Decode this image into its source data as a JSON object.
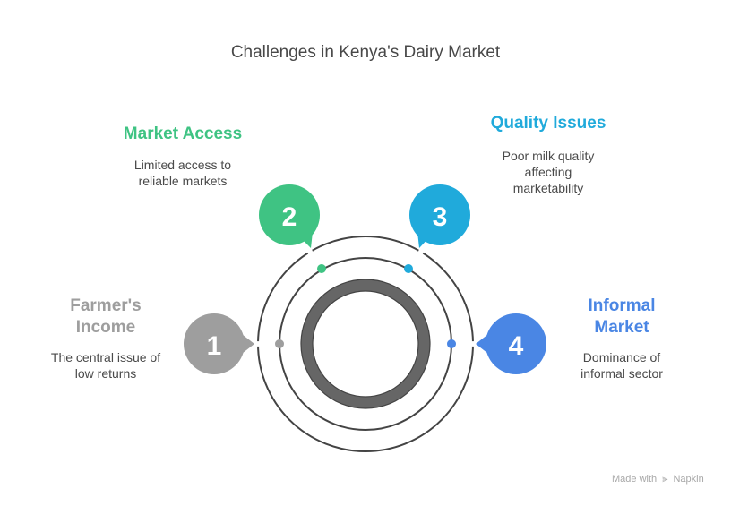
{
  "title": "Challenges in Kenya's Dairy Market",
  "items": [
    {
      "number": "1",
      "heading_line1": "Farmer's",
      "heading_line2": "Income",
      "desc_line1": "The central issue of",
      "desc_line2": "low returns",
      "color": "#9e9e9e"
    },
    {
      "number": "2",
      "heading": "Market Access",
      "desc_line1": "Limited access to",
      "desc_line2": "reliable markets",
      "color": "#3fc383"
    },
    {
      "number": "3",
      "heading": "Quality Issues",
      "desc_line1": "Poor milk quality",
      "desc_line2": "affecting",
      "desc_line3": "marketability",
      "color": "#20aadb"
    },
    {
      "number": "4",
      "heading_line1": "Informal",
      "heading_line2": "Market",
      "desc_line1": "Dominance of",
      "desc_line2": "informal sector",
      "color": "#4a86e4"
    }
  ],
  "footer": {
    "made_with": "Made with",
    "brand": "Napkin",
    "logo_icon": "napkin-logo-icon"
  }
}
